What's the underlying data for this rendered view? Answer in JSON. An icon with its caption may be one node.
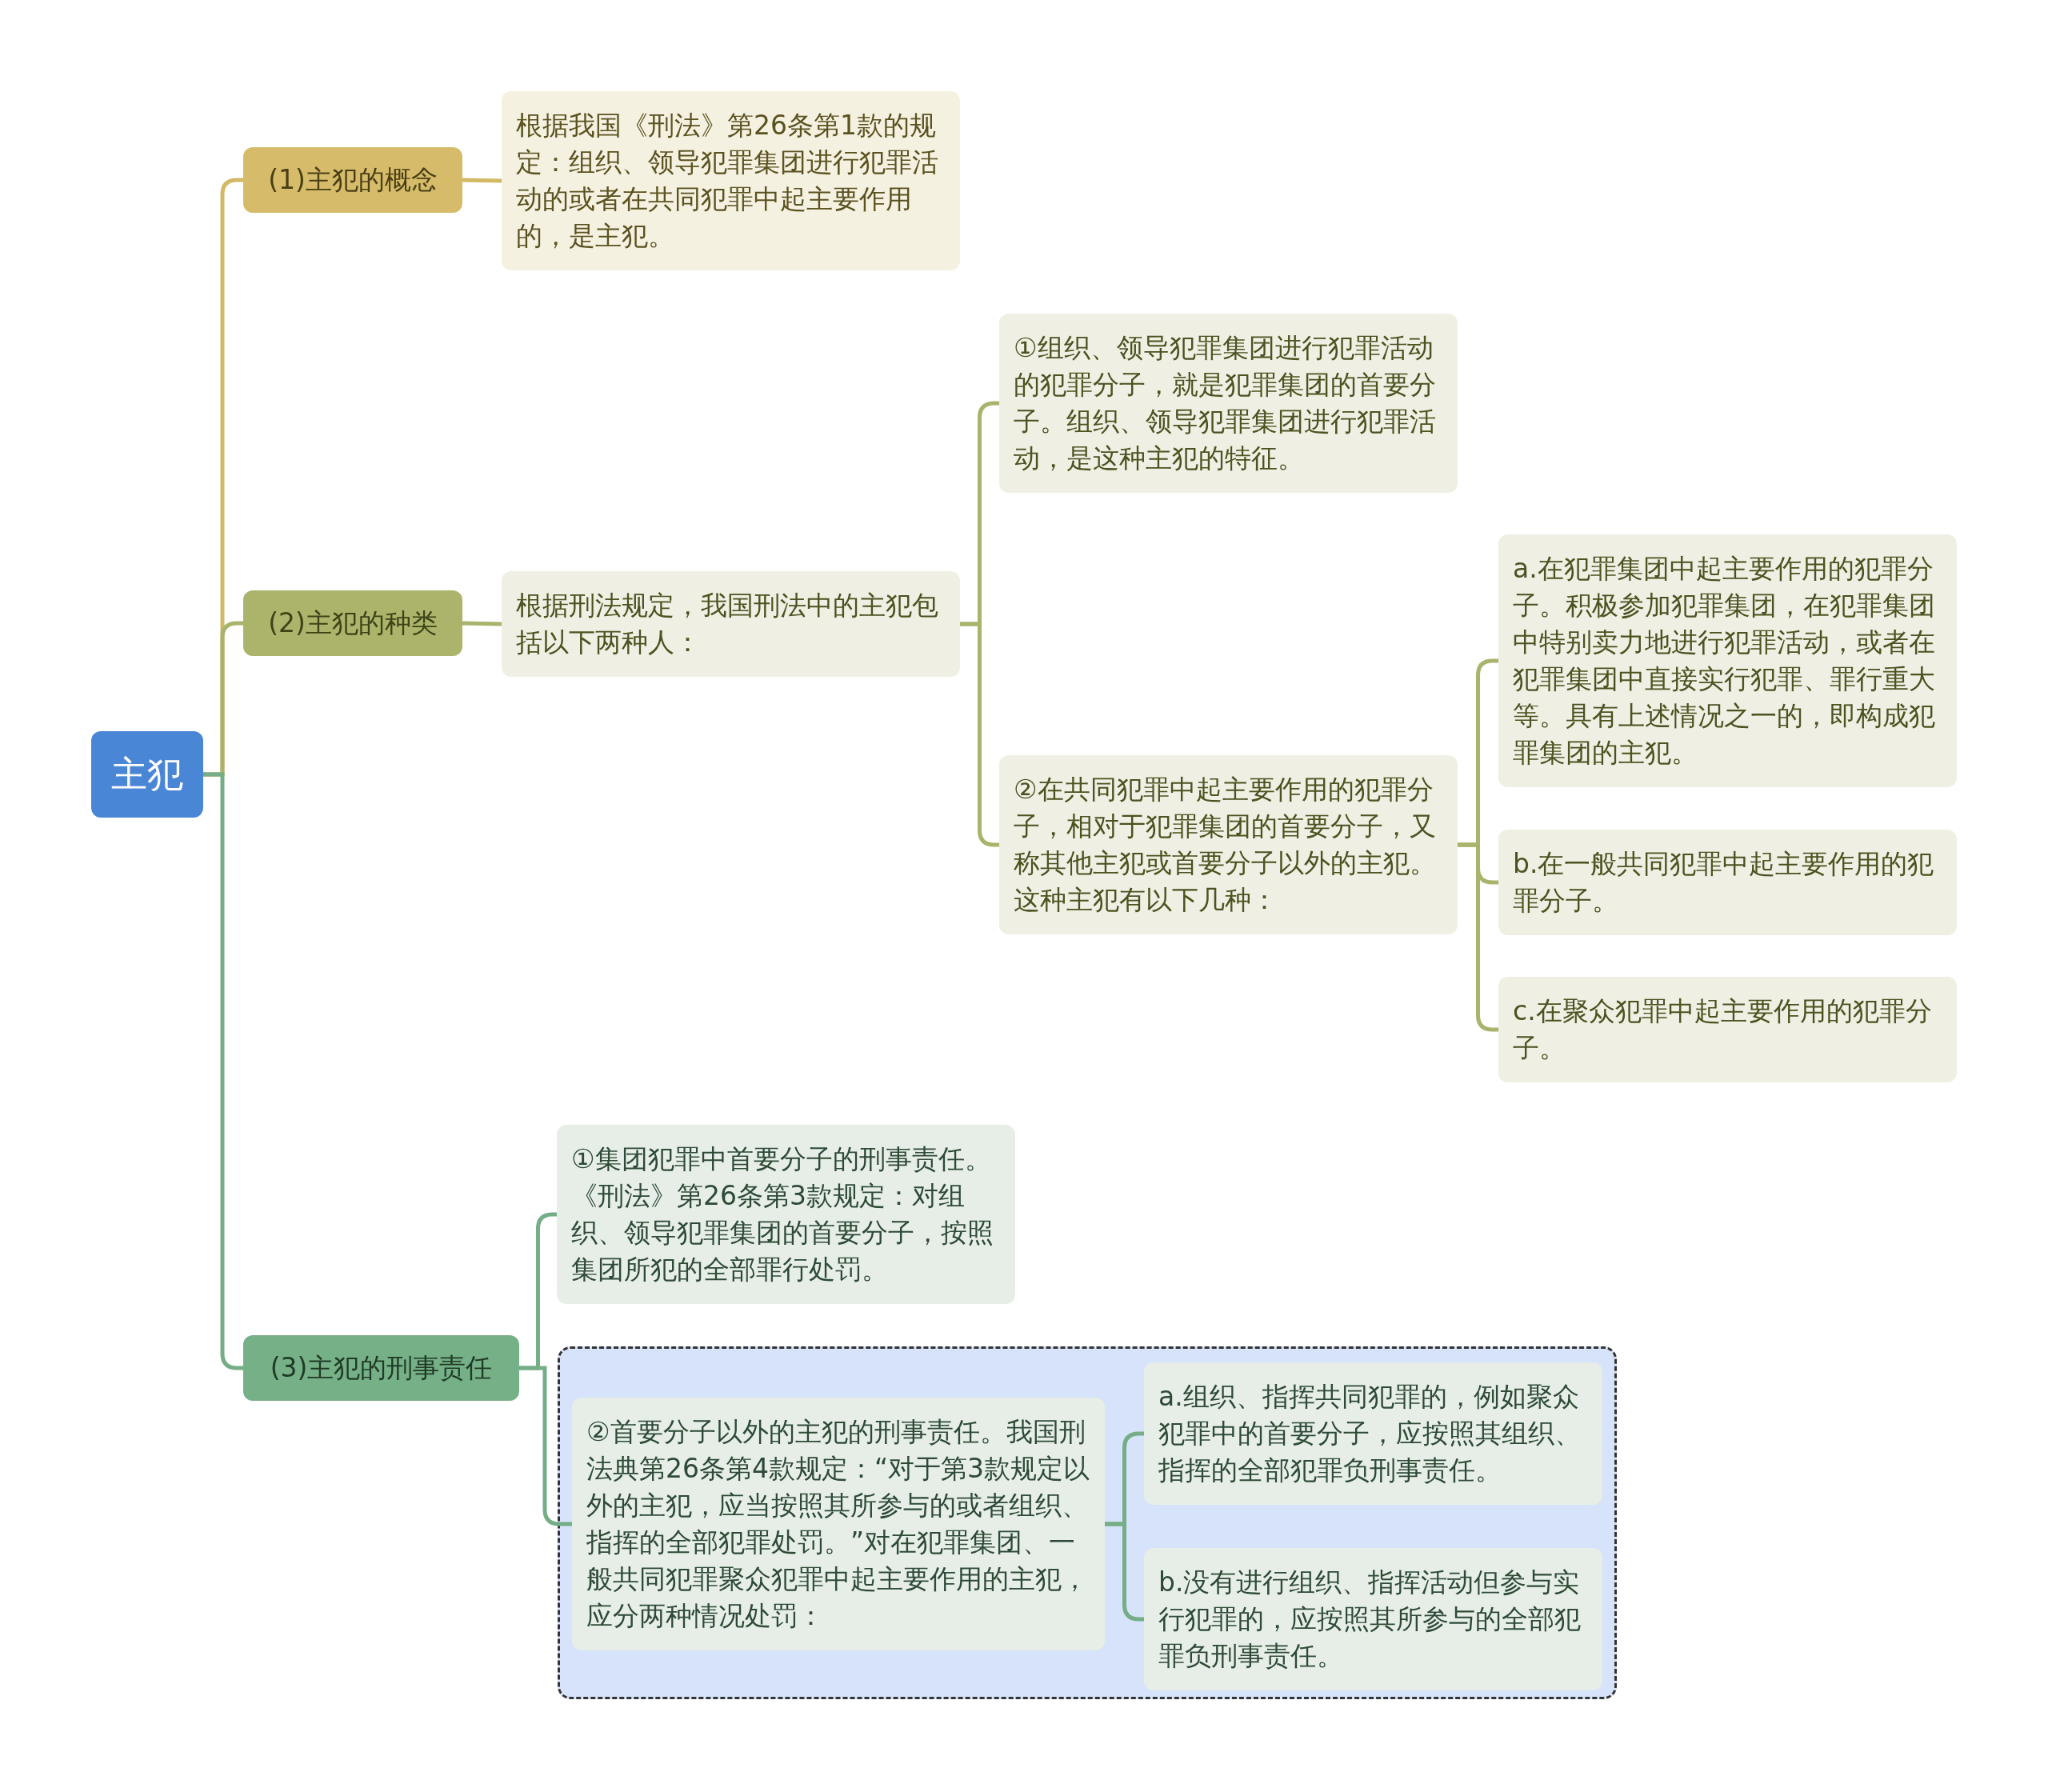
{
  "diagram": {
    "nodes": [
      {
        "text": [
          "主犯"
        ]
      },
      {
        "text": [
          "(1)主犯的概念"
        ]
      },
      {
        "text": [
          "根据我国《刑法》第26条第1款的规定：组织、领导犯罪集团进行犯罪活动的或者在共同犯罪中起主要作用的，是主犯。"
        ]
      },
      {
        "text": [
          "(2)主犯的种类"
        ]
      },
      {
        "text": [
          "根据刑法规定，我国刑法中的主犯包括以下两种人："
        ]
      },
      {
        "text": [
          "①组织、领导犯罪集团进行犯罪活动的犯罪分子，就是犯罪集团的首要分子。组织、领导犯罪集团进行犯罪活动，是这种主犯的特征。"
        ]
      },
      {
        "text": [
          "②在共同犯罪中起主要作用的犯罪分子，相对于犯罪集团的首要分子，又称其他主犯或首要分子以外的主犯。这种主犯有以下几种："
        ]
      },
      {
        "text": [
          "a.在犯罪集团中起主要作用的犯罪分子。积极参加犯罪集团，在犯罪集团中特别卖力地进行犯罪活动，或者在犯罪集团中直接实行犯罪、罪行重大等。具有上述情况之一的，即构成犯罪集团的主犯。"
        ]
      },
      {
        "text": [
          "b.在一般共同犯罪中起主要作用的犯罪分子。"
        ]
      },
      {
        "text": [
          "c.在聚众犯罪中起主要作用的犯罪分子。"
        ]
      },
      {
        "text": [
          "(3)主犯的刑事责任"
        ]
      },
      {
        "text": [
          "①集团犯罪中首要分子的刑事责任。《刑法》第26条第3款规定：对组织、领导犯罪集团的首要分子，按照集团所犯的全部罪行处罚。"
        ]
      },
      {
        "text": [],
        "shape": "box"
      },
      {
        "text": [
          "②首要分子以外的主犯的刑事责任。我国刑法典第26条第4款规定：“对于第3款规定以外的主犯，应当按照其所参与的或者组织、指挥的全部犯罪处罚。”对在犯罪集团、一般共同犯罪聚众犯罪中起主要作用的主犯，应分两种情况处罚："
        ],
        "in": 12
      },
      {
        "text": [
          "a.组织、指挥共同犯罪的，例如聚众犯罪中的首要分子，应按照其组织、指挥的全部犯罪负刑事责任。"
        ],
        "in": 12
      },
      {
        "text": [
          "b.没有进行组织、指挥活动但参与实行犯罪的，应按照其所参与的全部犯罪负刑事责任。"
        ],
        "in": 12
      }
    ],
    "edges": [
      {
        "from": 0,
        "to": 1,
        "arrow": "none",
        "color": "#d2b965"
      },
      {
        "from": 0,
        "to": 3,
        "arrow": "none"
      },
      {
        "from": 0,
        "to": 10,
        "arrow": "none",
        "color": "#74ad86"
      },
      {
        "from": 1,
        "to": 2,
        "arrow": "none",
        "color": "#d2b965"
      },
      {
        "from": 3,
        "to": 4,
        "arrow": "none"
      },
      {
        "from": 4,
        "to": 5,
        "arrow": "none"
      },
      {
        "from": 4,
        "to": 6,
        "arrow": "none"
      },
      {
        "from": 6,
        "to": 7,
        "arrow": "none"
      },
      {
        "from": 6,
        "to": 8,
        "arrow": "none"
      },
      {
        "from": 6,
        "to": 9,
        "arrow": "none"
      },
      {
        "from": 10,
        "to": 11,
        "arrow": "none",
        "color": "#74ad86"
      },
      {
        "from": 10,
        "to": 13,
        "arrow": "none",
        "color": "#74ad86"
      },
      {
        "from": 13,
        "to": 14,
        "arrow": "none",
        "color": "#74ad86"
      },
      {
        "from": 13,
        "to": 15,
        "arrow": "none",
        "color": "#74ad86"
      }
    ]
  }
}
